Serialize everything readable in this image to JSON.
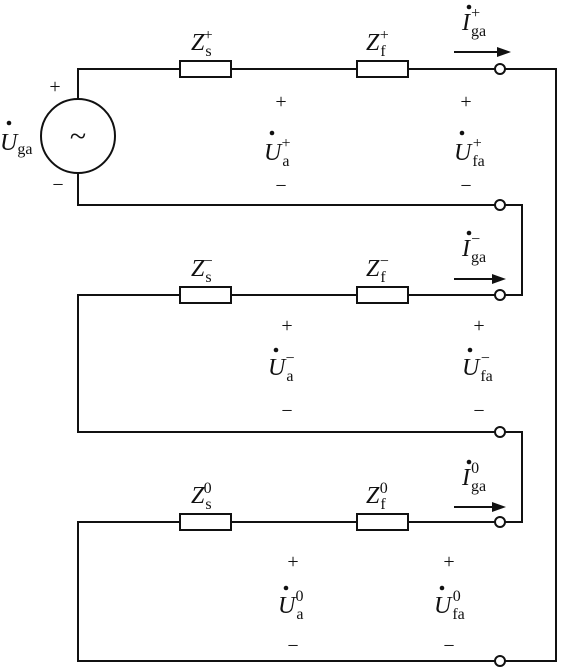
{
  "source": {
    "label_main": "U",
    "label_sub": "ga",
    "symbol": "~",
    "plus": "+",
    "minus": "−"
  },
  "sequences": [
    {
      "name": "positive",
      "zs": {
        "main": "Z",
        "sub": "s",
        "sup": "+"
      },
      "zf": {
        "main": "Z",
        "sub": "f",
        "sup": "+"
      },
      "current": {
        "main": "I",
        "sub": "ga",
        "sup": "+"
      },
      "ua": {
        "main": "U",
        "sub": "a",
        "sup": "+"
      },
      "ufa": {
        "main": "U",
        "sub": "fa",
        "sup": "+"
      },
      "plus": "+",
      "minus": "−"
    },
    {
      "name": "negative",
      "zs": {
        "main": "Z",
        "sub": "s",
        "sup": "−"
      },
      "zf": {
        "main": "Z",
        "sub": "f",
        "sup": "−"
      },
      "current": {
        "main": "I",
        "sub": "ga",
        "sup": "−"
      },
      "ua": {
        "main": "U",
        "sub": "a",
        "sup": "−"
      },
      "ufa": {
        "main": "U",
        "sub": "fa",
        "sup": "−"
      },
      "plus": "+",
      "minus": "−"
    },
    {
      "name": "zero",
      "zs": {
        "main": "Z",
        "sub": "s",
        "sup": "0"
      },
      "zf": {
        "main": "Z",
        "sub": "f",
        "sup": "0"
      },
      "current": {
        "main": "I",
        "sub": "ga",
        "sup": "0"
      },
      "ua": {
        "main": "U",
        "sub": "a",
        "sup": "0"
      },
      "ufa": {
        "main": "U",
        "sub": "fa",
        "sup": "0"
      },
      "plus": "+",
      "minus": "−"
    }
  ]
}
